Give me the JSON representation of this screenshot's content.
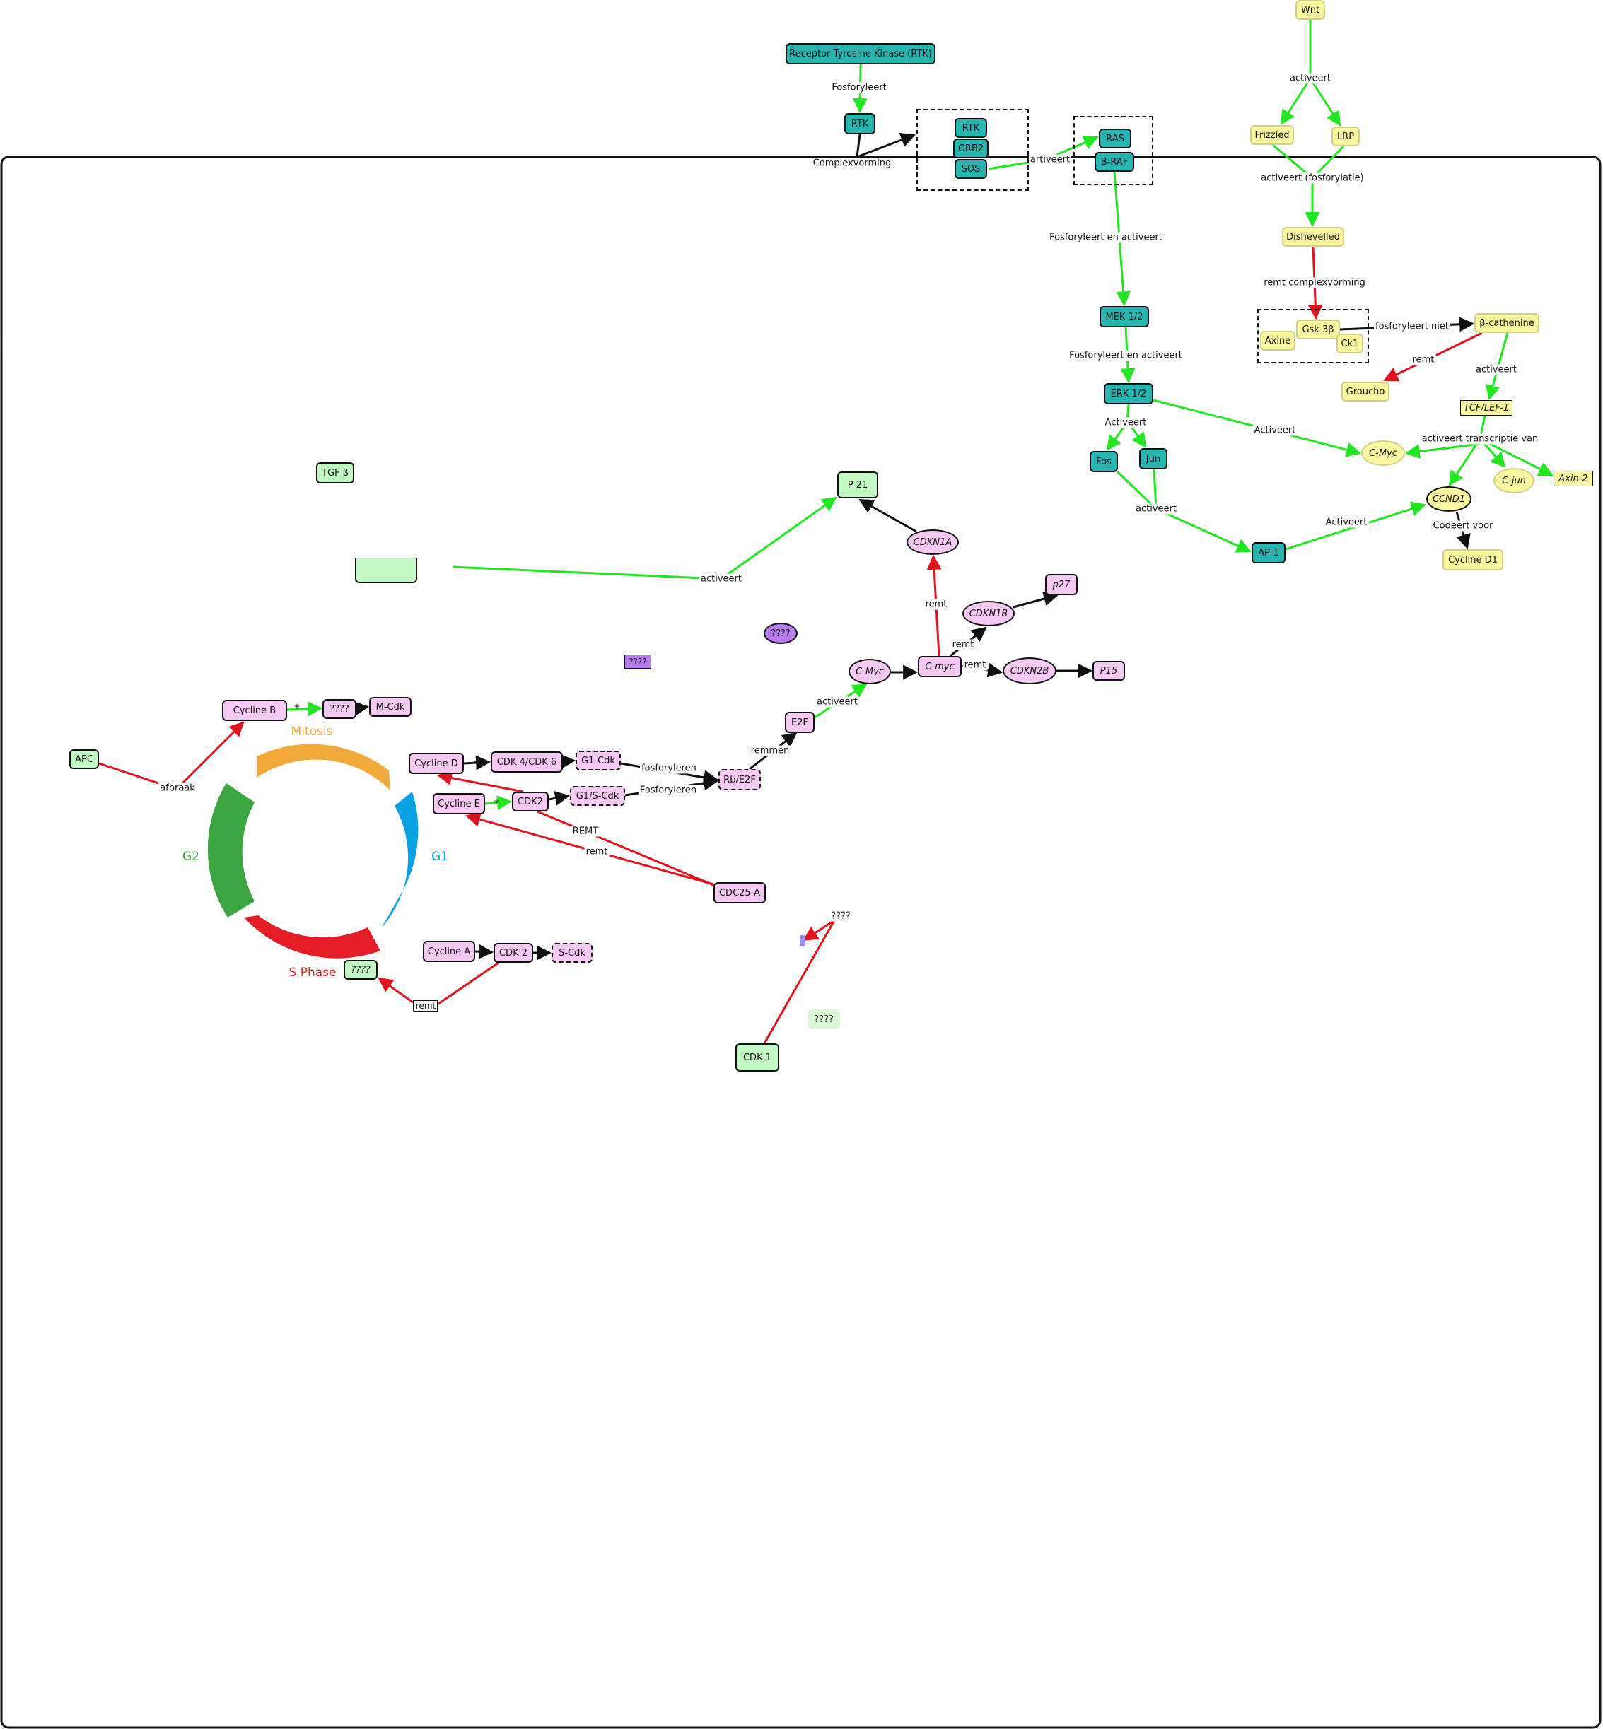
{
  "nodes": {
    "rtk_receptor": "Receptor Tyrosine Kinase (RTK)",
    "rtk": "RTK",
    "rtk2": "RTK",
    "grb2": "GRB2",
    "sos": "SOS",
    "ras": "RAS",
    "braf": "B-RAF",
    "mek": "MEK 1/2",
    "erk": "ERK 1/2",
    "fos": "Fos",
    "jun": "Jun",
    "ap1": "AP-1",
    "wnt": "Wnt",
    "frizzled": "Frizzled",
    "lrp": "LRP",
    "dishevelled": "Dishevelled",
    "gsk": "Gsk 3β",
    "axine": "Axine",
    "ck1": "Ck1",
    "bcat": "β-cathenine",
    "groucho": "Groucho",
    "tcf": "TCF/LEF-1",
    "cmyc_y": "C-Myc",
    "cjun": "C-jun",
    "axin2": "Axin-2",
    "ccnd1": "CCND1",
    "cyclined1": "Cycline D1",
    "tgfb": "TGF β",
    "p21": "P 21",
    "cdkn1a": "CDKN1A",
    "p27": "p27",
    "cdkn1b": "CDKN1B",
    "q_purple_ellipse": "????",
    "q_purple_rect": "????",
    "cmyc_p": "C-Myc",
    "cmyc_p2": "C-myc",
    "cdkn2b": "CDKN2B",
    "p15": "P15",
    "e2f": "E2F",
    "rbe2f": "Rb/E2F",
    "cyclineb": "Cycline B",
    "qb": "????",
    "mcdk": "M-Cdk",
    "apc": "APC",
    "cyclined": "Cycline D",
    "cdk46": "CDK 4/CDK 6",
    "g1cdk": "G1-Cdk",
    "cyclinee": "Cycline E",
    "cdk2": "CDK2",
    "g1scdk": "G1/S-Cdk",
    "cdc25a": "CDC25-A",
    "cyclinea": "Cycline A",
    "cdk2b": "CDK 2",
    "scdk": "S-Cdk",
    "q_green_s": "????",
    "q_light": "????",
    "cdk1": "CDK 1",
    "remt_box": "remt"
  },
  "labels": {
    "fosforyleert": "Fosforyleert",
    "complexvorming": "Complexvorming",
    "artiveert": "artiveert",
    "fos_en_act1": "Fosforyleert en activeert",
    "fos_en_act2": "Fosforyleert en activeert",
    "activeert_erk": "Activeert",
    "activeert_erk2": "Activeert",
    "activeert_fosjun": "activeert",
    "activeert_ap1": "Activeert",
    "activeert_wnt": "activeert",
    "activeert_fosf": "activeert (fosforylatie)",
    "remt_complex": "remt complexvorming",
    "fosforyleert_niet": "fosforyleert niet",
    "remt_groucho": "remt",
    "activeert_bcat": "activeert",
    "activeert_transcriptie": "activeert transcriptie van",
    "codeert_voor": "Codeert voor",
    "activeert_tgf": "activeert",
    "remt_cdkn1a": "remt",
    "remt_cdkn1b": "remt",
    "remt_cdkn2b": "remt",
    "activeert_e2f": "activeert",
    "remmen": "remmen",
    "fosforyleren1": "fosforyleren",
    "fosforyleren2": "Fosforyleren",
    "remt_caps": "REMT",
    "remt_cdc": "remt",
    "afbraak": "afbraak",
    "plus1": "+",
    "plus2": "+",
    "plus3": "+",
    "plus4": "+",
    "q_label": "????"
  },
  "phases": {
    "mitosis": "Mitosis",
    "g1": "G1",
    "g2": "G2",
    "s": "S Phase"
  },
  "colors": {
    "activation": "#22e622",
    "inhibition": "#e0141e",
    "binding": "#111111",
    "mitosis": "#f3a93a",
    "g1": "#0aa0e4",
    "g2": "#3aa541",
    "s": "#e21d25"
  }
}
